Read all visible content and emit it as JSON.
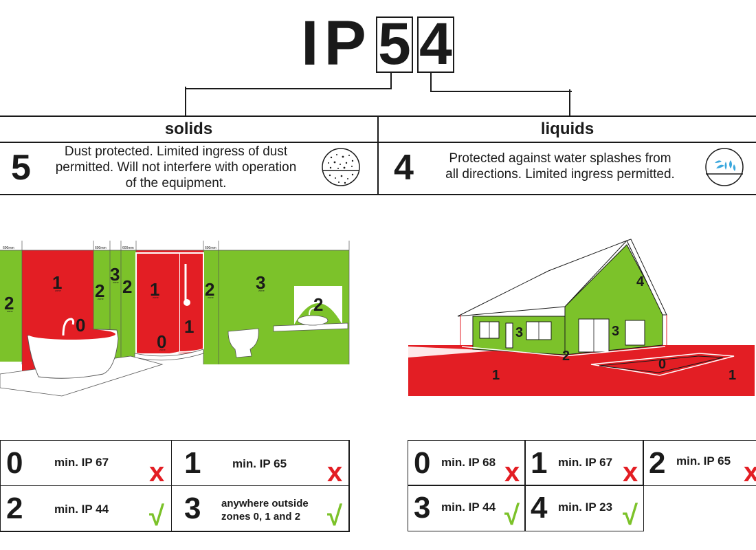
{
  "title": {
    "letters": "IP",
    "first_digit": "5",
    "second_digit": "4"
  },
  "categories": {
    "solids": "solids",
    "liquids": "liquids"
  },
  "solids": {
    "digit": "5",
    "line1": "Dust protected. Limited ingress of dust",
    "line2": "permitted. Will not interfere with operation",
    "line3": "of the equipment.",
    "icon": "dust-icon"
  },
  "liquids": {
    "digit": "4",
    "line1": "Protected against water splashes from",
    "line2": "all directions. Limited ingress permitted.",
    "icon": "water-splash-icon"
  },
  "bathroom": {
    "measure_labels": [
      "600mm",
      "600mm",
      "600mm",
      "600mm",
      "600mm",
      "600mm"
    ],
    "zone_labels": [
      "1",
      "2",
      "3",
      "2",
      "1",
      "2",
      "3",
      "2",
      "0",
      "1",
      "0",
      "2"
    ],
    "zone_caption": "zone"
  },
  "house": {
    "zone_labels": [
      "4",
      "3",
      "3",
      "2",
      "0",
      "1",
      "1"
    ]
  },
  "bathroom_table": [
    {
      "zone": "0",
      "text": "min. IP 67",
      "ok": false
    },
    {
      "zone": "1",
      "text": "min. IP 65",
      "ok": false
    },
    {
      "zone": "2",
      "text": "min. IP 44",
      "ok": true
    },
    {
      "zone": "3",
      "text_line1": "anywhere outside",
      "text_line2": "zones 0, 1 and 2",
      "ok": true
    }
  ],
  "outdoor_table": [
    {
      "zone": "0",
      "text": "min. IP 68",
      "ok": false
    },
    {
      "zone": "1",
      "text": "min. IP 67",
      "ok": false
    },
    {
      "zone": "2",
      "text": "min. IP 65",
      "ok": false
    },
    {
      "zone": "3",
      "text": "min. IP 44",
      "ok": true
    },
    {
      "zone": "4",
      "text": "min. IP 23",
      "ok": true
    }
  ],
  "marks": {
    "fail": "x",
    "pass": "√"
  },
  "colors": {
    "red": "#e31e24",
    "green": "#7cc22a",
    "ink": "#1a1a1a"
  }
}
